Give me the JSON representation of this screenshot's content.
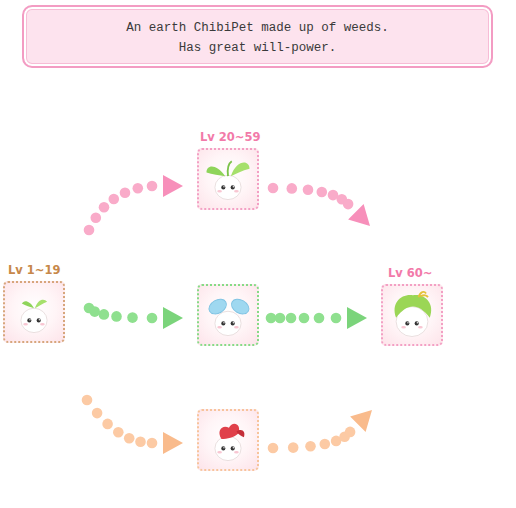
{
  "diagram": {
    "title": "An earth ChibiPet made up of weeds. Has great will-power.",
    "nodes": [
      {
        "text": [
          "Lv 1~19"
        ]
      },
      {
        "text": [
          "Lv 20~59"
        ]
      },
      {
        "text": []
      },
      {
        "text": []
      },
      {
        "text": [
          "Lv 60~"
        ]
      }
    ],
    "edges": [
      {
        "from": 0,
        "to": 1,
        "arrow": "to"
      },
      {
        "from": 1,
        "to": 4,
        "arrow": "to"
      },
      {
        "from": 0,
        "to": 2,
        "arrow": "to"
      },
      {
        "from": 2,
        "to": 4,
        "arrow": "to"
      },
      {
        "from": 0,
        "to": 3,
        "arrow": "to"
      },
      {
        "from": 3,
        "to": 4,
        "arrow": "to"
      }
    ]
  }
}
